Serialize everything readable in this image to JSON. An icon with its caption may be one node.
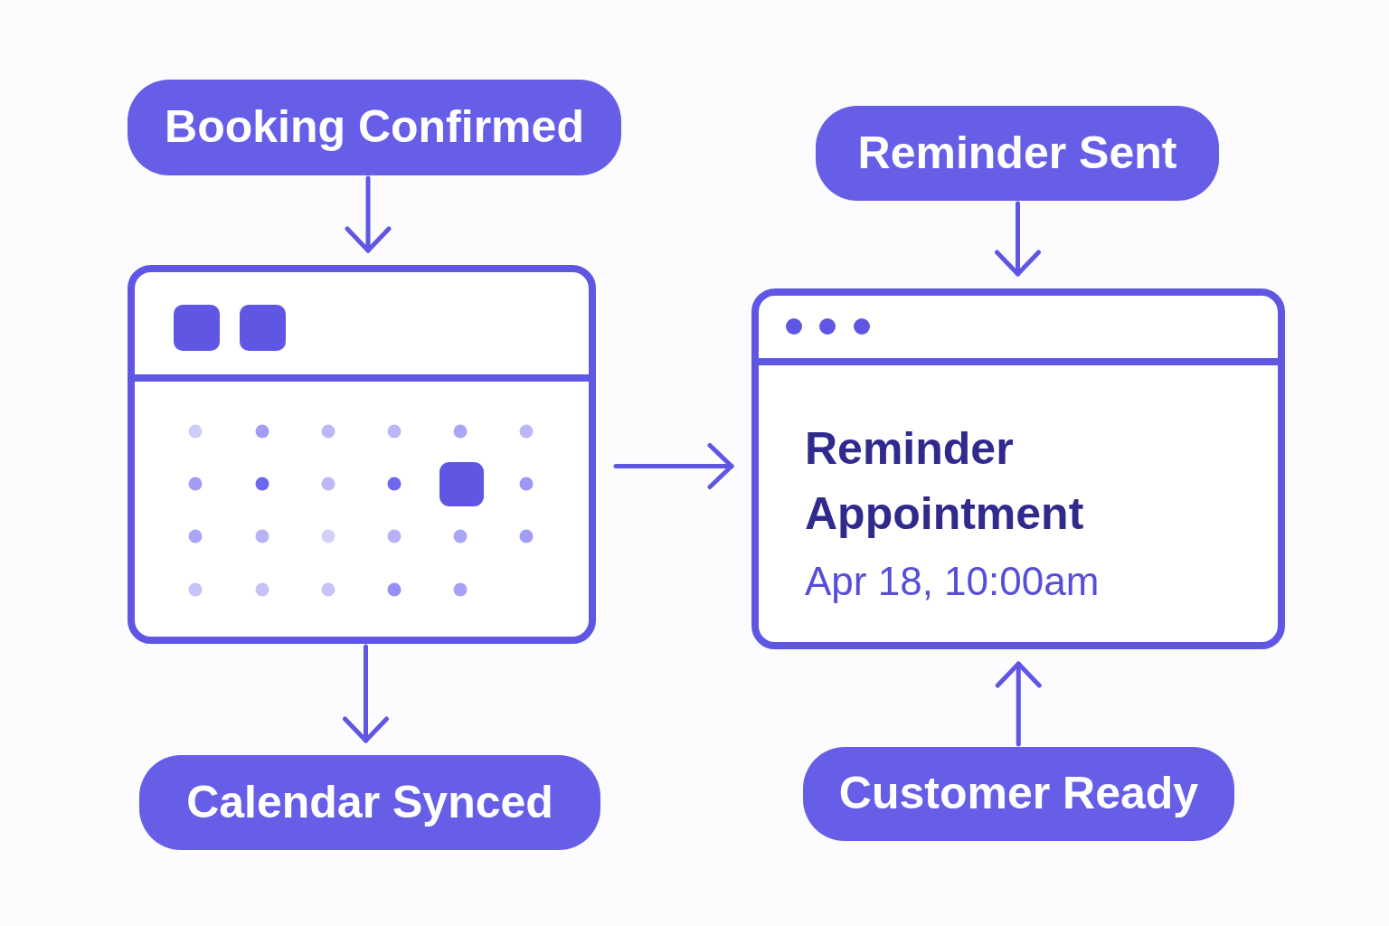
{
  "diagram": {
    "nodes": [
      {
        "text": [
          "Booking Confirmed"
        ]
      },
      {
        "text": [],
        "shape": "picture"
      },
      {
        "text": [
          "Calendar Synced"
        ]
      },
      {
        "text": [
          "Reminder Sent"
        ]
      },
      {
        "text": [
          "Reminder Appointment",
          "Apr 18, 10:00am"
        ]
      },
      {
        "text": [
          "Customer Ready"
        ]
      }
    ],
    "edges": [
      {
        "from": 0,
        "to": 1,
        "arrow": "to"
      },
      {
        "from": 1,
        "to": 2,
        "arrow": "to"
      },
      {
        "from": 1,
        "to": 4,
        "arrow": "to"
      },
      {
        "from": 3,
        "to": 4,
        "arrow": "to"
      },
      {
        "from": 5,
        "to": 4,
        "arrow": "to"
      }
    ]
  }
}
